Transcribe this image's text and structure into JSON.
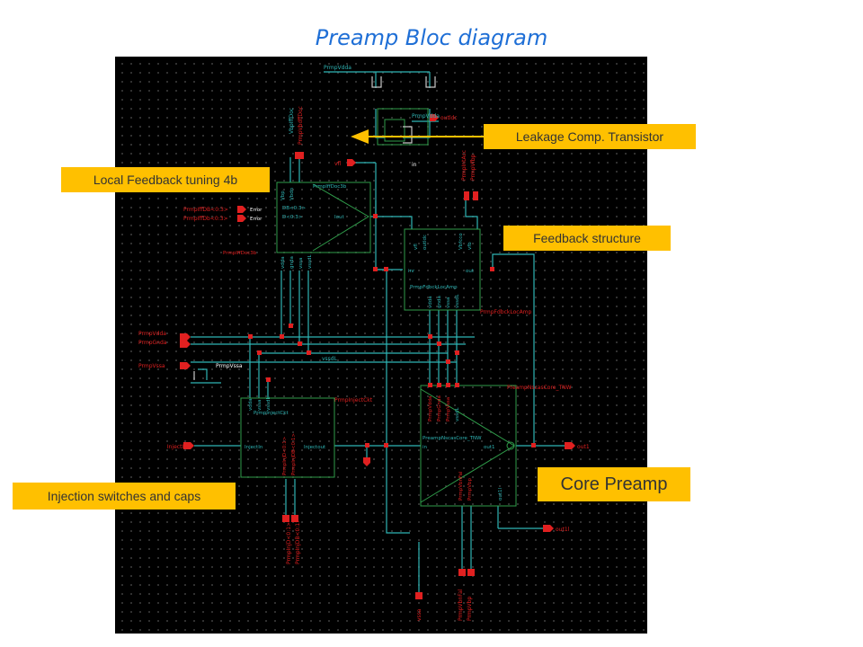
{
  "slide": {
    "title": "Preamp Bloc diagram"
  },
  "callouts": {
    "leakage": "Leakage Comp. Transistor",
    "local_feedback": "Local Feedback tuning 4b",
    "feedback_structure": "Feedback structure",
    "injection": "Injection switches and caps",
    "core_preamp": "Core Preamp"
  },
  "schematic": {
    "nets": {
      "vdda_top": "PrmpVdda",
      "vdda_small": "PrmpVdda",
      "outldc": "outldc",
      "vfl": "vfl",
      "in": "in",
      "vbpiffdoc": "VbpIffDoc",
      "prmpvbdffdoc": "PrmpVbdffDoc",
      "prmpifffdb0": "PrmpIffDB<0:3>",
      "prmpifffdb1": "PrmpIffDb<0:3>",
      "vdda_left": "PrmpVdda",
      "gnda_left": "PrmpGnda",
      "vssa_left": "PrmpVssa",
      "prmpvssa_small": "PrmpVssa",
      "vssdl": "vssdL",
      "injectin": "InjectIn",
      "prmpinjectckt_inst": "PrmpInjectCkt",
      "prmpinj0": "PrmpInjD<0:1>",
      "prmpinj1": "PrmpInjDB<0:1>",
      "prmpintacc": "PrmpIntAcc",
      "prmpvfbp": "PrmpVfbp",
      "prmpfdbcklocamp_inst": "PrmpFdbckLocAmp",
      "prmpnscas_inst": "PreampNscasCore_TNW",
      "out1": "out1",
      "out1l": "out1l",
      "prmpvbnfal": "PrmpVbnFal",
      "prmpvbp": "PrmpVbp",
      "vssa_bottom": "vssa"
    },
    "blocks": {
      "iffdoc": {
        "name": "PrmpIffDoc3b",
        "instance": "PrmpIffDoc3b",
        "pins_top": [
          "Vbp",
          "Vbdn"
        ],
        "pins_left": [
          "DB<0:3>",
          "D<0:3>"
        ],
        "pins_bottom": [
          "vdda",
          "gnda",
          "vssa",
          "vssdL"
        ],
        "out": "Iout",
        "error_tag": "Error"
      },
      "inject": {
        "name": "PrmpInjectCkt",
        "pins_top": [
          "vdda",
          "vssa",
          "vssdL"
        ],
        "in": "InjectIn",
        "out": "Injectout",
        "pins_bottom": [
          "PrmpInjD<0:1>",
          "PrmpInjDB<0:1>"
        ]
      },
      "fdbck": {
        "name": "PrmpFdbckLocAmp",
        "pins_top": [
          "vfl",
          "outldc",
          "Vbfcco",
          "vfb"
        ],
        "in": "inr",
        "out": "out",
        "pins_bottom": [
          "vdda",
          "gnda",
          "vssa",
          "vssdL"
        ]
      },
      "core": {
        "name": "PreampNscasCore_TNW",
        "instance": "PreampNscasCore_TNW",
        "pins_top": [
          "PrmpVdda",
          "PrmpGnda",
          "PrmpVssa",
          "vssdL"
        ],
        "in": "in",
        "out": "out1",
        "pins_bottom": [
          "PrmpVbnFal",
          "PrmpVbp",
          "out1l"
        ]
      }
    }
  }
}
